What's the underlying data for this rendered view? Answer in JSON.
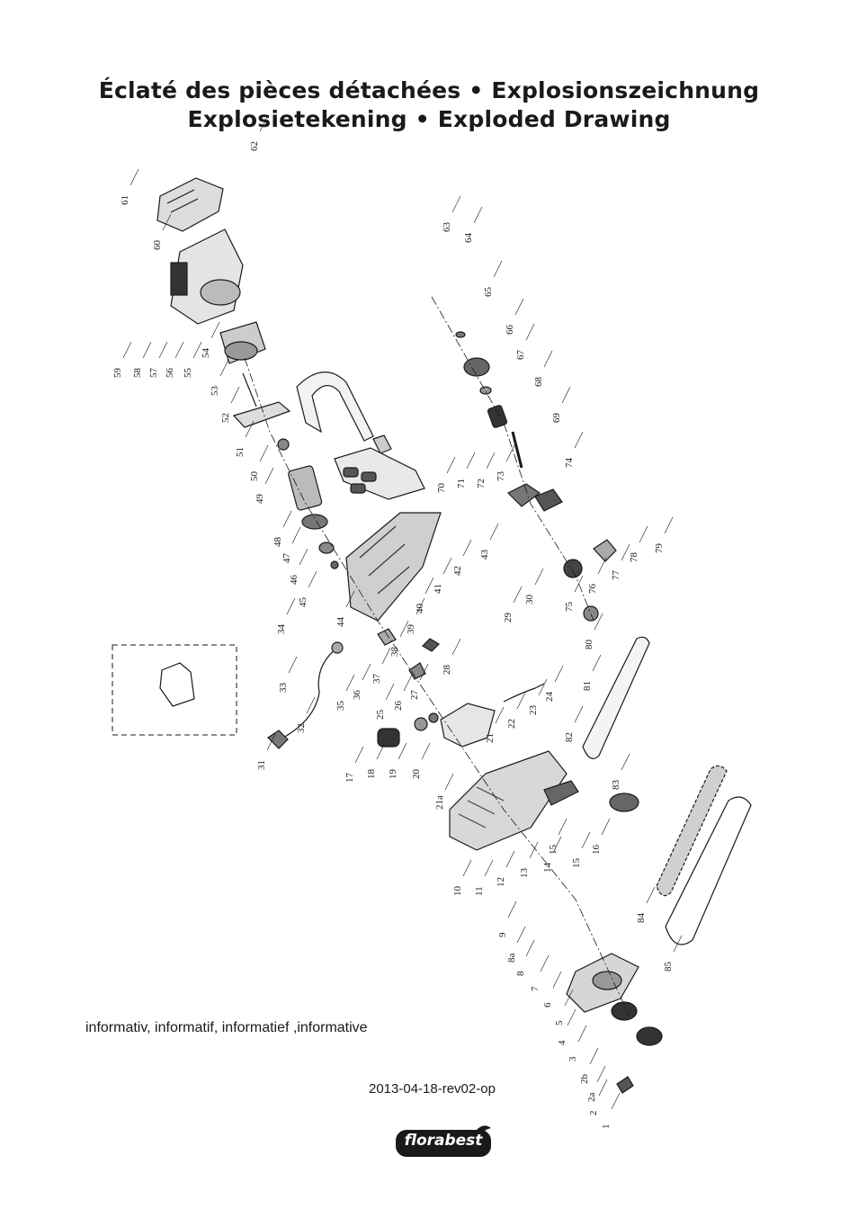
{
  "header": {
    "title_line1": "Éclaté des pièces détachées • Explosionszeichnung",
    "title_line2": "Explosietekening • Exploded Drawing"
  },
  "part_numbers": [
    "1",
    "2",
    "2a",
    "2b",
    "3",
    "4",
    "5",
    "6",
    "7",
    "8",
    "8a",
    "9",
    "10",
    "11",
    "12",
    "13",
    "14",
    "15",
    "15",
    "16",
    "17",
    "18",
    "19",
    "20",
    "21",
    "21a",
    "22",
    "23",
    "24",
    "25",
    "26",
    "27",
    "28",
    "29",
    "30",
    "31",
    "32",
    "33",
    "34",
    "35",
    "36",
    "37",
    "38",
    "39",
    "40",
    "41",
    "42",
    "43",
    "44",
    "45",
    "46",
    "47",
    "48",
    "49",
    "50",
    "51",
    "52",
    "53",
    "54",
    "55",
    "56",
    "57",
    "58",
    "59",
    "60",
    "61",
    "62",
    "63",
    "64",
    "65",
    "66",
    "67",
    "68",
    "69",
    "70",
    "71",
    "72",
    "73",
    "74",
    "75",
    "76",
    "77",
    "78",
    "79",
    "80",
    "81",
    "82",
    "83",
    "84",
    "85"
  ],
  "footer": {
    "note": "informativ, informatif, informatief ,informative",
    "revision": "2013-04-18-rev02-op",
    "brand": "florabest"
  },
  "colors": {
    "ink": "#1a1a1a",
    "logo_bg": "#1a1a1a"
  }
}
